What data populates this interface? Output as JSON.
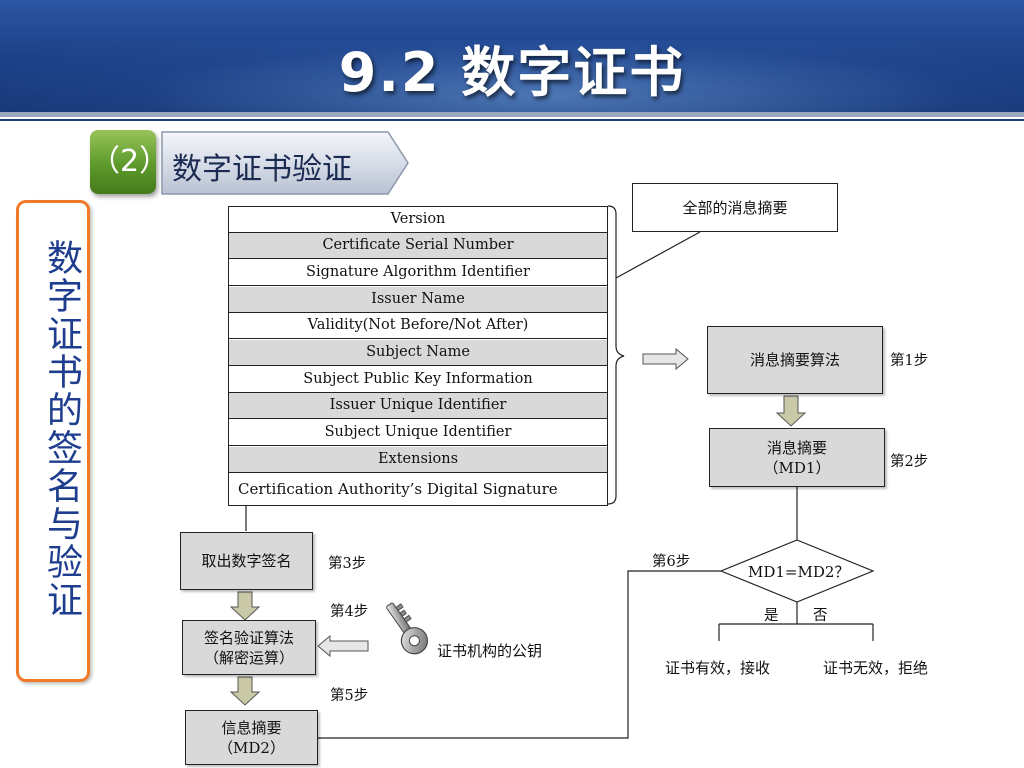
{
  "header": {
    "title": "9.2 数字证书"
  },
  "section": {
    "number": "（2）",
    "label": "数字证书验证"
  },
  "side_label": "数字证书的签名与验证",
  "certificate_fields": [
    "Version",
    "Certificate Serial Number",
    "Signature Algorithm Identifier",
    "Issuer Name",
    "Validity(Not Before/Not After)",
    "Subject Name",
    "Subject Public Key Information",
    "Issuer Unique Identifier",
    "Subject Unique Identifier",
    "Extensions",
    "Certification Authority’s Digital Signature"
  ],
  "callout": "全部的消息摘要",
  "right_flow": {
    "digest_algorithm": "消息摘要算法",
    "digest_line1": "消息摘要",
    "digest_line2": "（MD1）",
    "compare": "MD1=MD2？",
    "yes": "是",
    "no": "否",
    "valid": "证书有效，接收",
    "invalid": "证书无效，拒绝"
  },
  "left_flow": {
    "extract_signature": "取出数字签名",
    "verify_line1": "签名验证算法",
    "verify_line2": "（解密运算）",
    "info_digest_line1": "信息摘要",
    "info_digest_line2": "（MD2）",
    "ca_public_key": "证书机构的公钥"
  },
  "steps": {
    "s1": "第1步",
    "s2": "第2步",
    "s3": "第3步",
    "s4": "第4步",
    "s5": "第5步",
    "s6": "第6步"
  },
  "icons": {
    "key": "key-icon"
  },
  "colors": {
    "header_blue": "#1c3f86",
    "tab_green": "#5d9a2b",
    "side_border": "#f07a2a",
    "side_text": "#1e3d8f",
    "box_gray": "#d9d9d9"
  }
}
